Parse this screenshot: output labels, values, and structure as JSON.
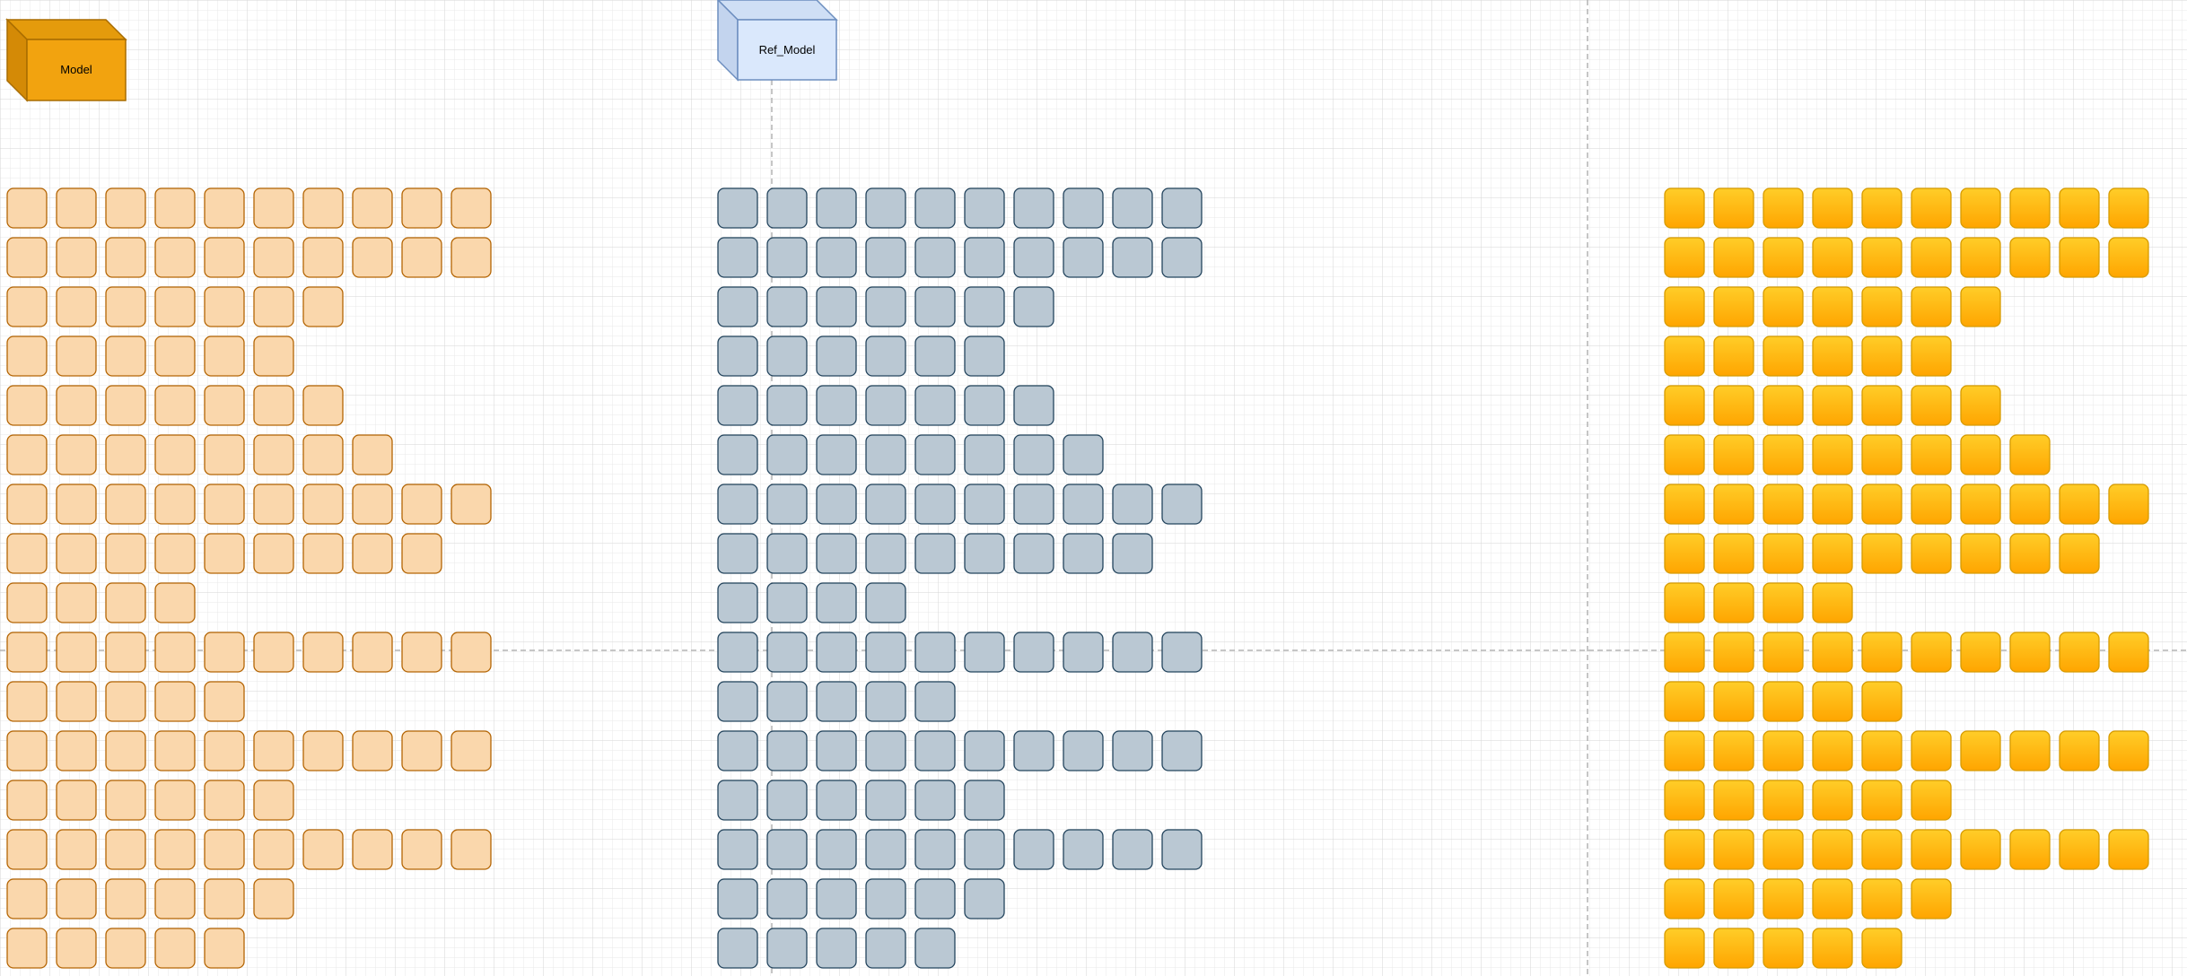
{
  "diagram": {
    "background": "#ffffff",
    "grid_color": "#e8e8e8",
    "grid_major_color": "#d6d6d6",
    "guide_color": "#b3b3b3",
    "blocks": [
      {
        "label": "Model",
        "front_color": "#f2a30f",
        "side_color": "#d48a06",
        "top_color": "#e49b0c",
        "stroke": "#a86c00"
      },
      {
        "label": "Ref_Model",
        "front_color": "#dae8fc",
        "side_color": "#c3d4ee",
        "top_color": "#cfdff5",
        "stroke": "#6c8ebf"
      }
    ],
    "grids": [
      {
        "name": "model-grid",
        "fill": "#fad7ac",
        "stroke": "#b46504",
        "gradient": false,
        "row_counts": [
          10,
          10,
          7,
          6,
          7,
          8,
          10,
          9,
          4,
          10,
          5,
          10,
          6,
          10,
          6,
          5
        ]
      },
      {
        "name": "ref-model-grid",
        "fill": "#bac8d3",
        "stroke": "#23445d",
        "gradient": false,
        "row_counts": [
          10,
          10,
          7,
          6,
          7,
          8,
          10,
          9,
          4,
          10,
          5,
          10,
          6,
          10,
          6,
          5
        ]
      },
      {
        "name": "output-grid",
        "fill": "#ffcd28",
        "fill_end": "#ffa500",
        "stroke": "#d79b00",
        "gradient": true,
        "row_counts": [
          10,
          10,
          7,
          6,
          7,
          8,
          10,
          9,
          4,
          10,
          5,
          10,
          6,
          10,
          6,
          5
        ]
      }
    ]
  }
}
